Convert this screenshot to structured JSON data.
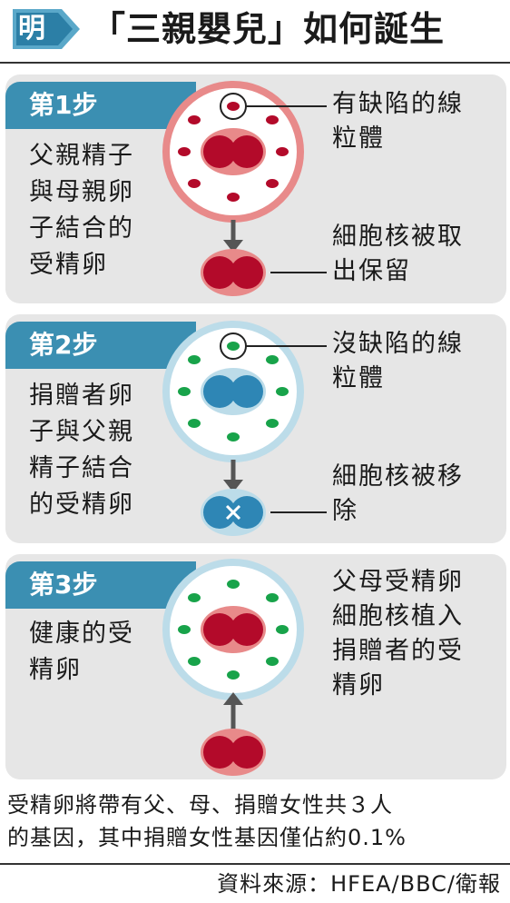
{
  "header": {
    "logo_char": "明",
    "title": "「三親嬰兒」如何誕生"
  },
  "steps": [
    {
      "label": "第1步",
      "description": "父親精子\n與母親卵\n子結合的\n受精卵",
      "note_top": "有缺陷的線\n粒體",
      "note_bottom": "細胞核被取\n出保留"
    },
    {
      "label": "第2步",
      "description": "捐贈者卵\n子與父親\n精子結合\n的受精卵",
      "note_top": "沒缺陷的線\n粒體",
      "note_bottom": "細胞核被移\n除"
    },
    {
      "label": "第3步",
      "description": "健康的受\n精卵",
      "note_top": "父母受精卵\n細胞核植入\n捐贈者的受\n精卵"
    }
  ],
  "footer": {
    "summary": "受精卵將帶有父、母、捐贈女性共３人\n的基因，其中捐贈女性基因僅佔約0.1%",
    "source": "資料來源：HFEA/BBC/衛報"
  },
  "colors": {
    "tab_blue": "#3b8fb2",
    "panel_grey": "#e6e6e6",
    "red_mito": "#b30a2a",
    "pink_ring": "#e88a8a",
    "green_mito": "#18a34a",
    "cyan_ring": "#bcdce9",
    "blue_nucleus": "#2e86b5"
  }
}
